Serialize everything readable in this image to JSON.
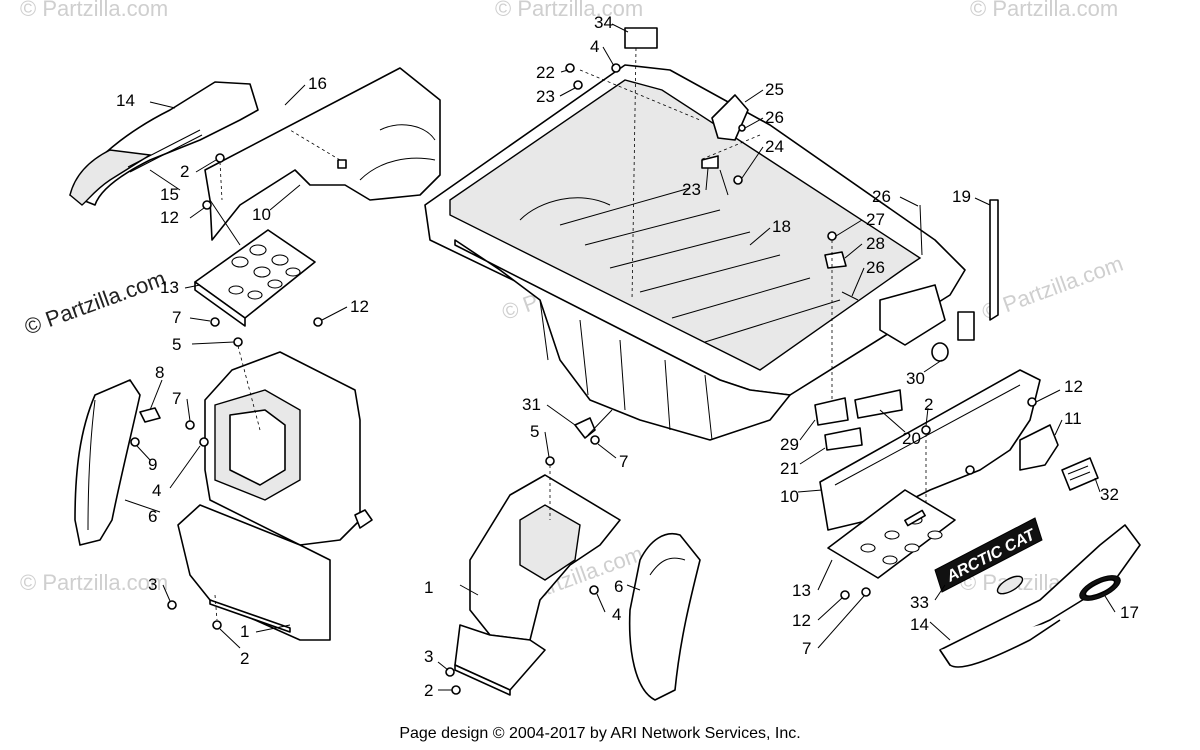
{
  "watermarks": {
    "main": "© Partzilla.com",
    "faint": "© Partzilla.com"
  },
  "footer": "Page design © 2004-2017 by ARI Network Services, Inc.",
  "decal_text": "ARCTIC CAT",
  "callouts": {
    "c34": "34",
    "c4a": "4",
    "c22": "22",
    "c23a": "23",
    "c25": "25",
    "c26a": "26",
    "c24": "24",
    "c23b": "23",
    "c14a": "14",
    "c16": "16",
    "c2a": "2",
    "c15": "15",
    "c12a": "12",
    "c10a": "10",
    "c18": "18",
    "c26b": "26",
    "c27": "27",
    "c28": "28",
    "c26c": "26",
    "c19": "19",
    "c13a": "13",
    "c7a": "7",
    "c12b": "12",
    "c5a": "5",
    "c8": "8",
    "c7b": "7",
    "c9": "9",
    "c4b": "4",
    "c6a": "6",
    "c3a": "3",
    "c1a": "1",
    "c2b": "2",
    "c31": "31",
    "c5b": "5",
    "c7c": "7",
    "c30": "30",
    "c2c": "2",
    "c20": "20",
    "c29": "29",
    "c21": "21",
    "c12c": "12",
    "c11": "11",
    "c10b": "10",
    "c32": "32",
    "c1b": "1",
    "c6b": "6",
    "c4c": "4",
    "c13b": "13",
    "c33": "33",
    "c12d": "12",
    "c14b": "14",
    "c17": "17",
    "c7d": "7",
    "c3b": "3",
    "c2d": "2"
  },
  "colors": {
    "line": "#000000",
    "background": "#ffffff",
    "watermark": "#cfcfcf"
  }
}
